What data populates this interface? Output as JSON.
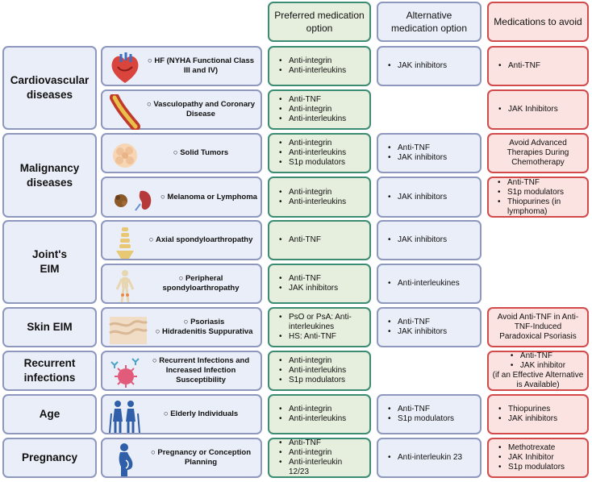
{
  "headers": {
    "preferred": "Preferred medication option",
    "alternative": "Alternative medication option",
    "avoid": "Medications to avoid"
  },
  "categories": [
    {
      "label": "Cardiovascular diseases"
    },
    {
      "label": "Malignancy diseases"
    },
    {
      "label": "Joint's EIM"
    },
    {
      "label": "Skin EIM"
    },
    {
      "label": "Recurrent infections"
    },
    {
      "label": "Age"
    },
    {
      "label": "Pregnancy"
    }
  ],
  "rows": [
    {
      "condition": "HF (NYHA Functional Class III and IV)",
      "icon": "heart-icon",
      "preferred": [
        "Anti-integrin",
        "Anti-interleukins"
      ],
      "alternative": [
        "JAK inhibitors"
      ],
      "avoid": [
        "Anti-TNF"
      ]
    },
    {
      "condition": "Vasculopathy and Coronary Disease",
      "icon": "artery-icon",
      "preferred": [
        "Anti-TNF",
        "Anti-integrin",
        "Anti-interleukins"
      ],
      "alternative": [],
      "avoid": [
        "JAK Inhibitors"
      ]
    },
    {
      "condition": "Solid Tumors",
      "icon": "tumor-icon",
      "preferred": [
        "Anti-integrin",
        "Anti-interleukins",
        "S1p modulators"
      ],
      "alternative": [
        "Anti-TNF",
        "JAK inhibitors"
      ],
      "avoid_text": "Avoid Advanced Therapies During Chemotherapy"
    },
    {
      "condition": "Melanoma or Lymphoma",
      "icon": "melanoma-icon",
      "preferred": [
        "Anti-integrin",
        "Anti-interleukins"
      ],
      "alternative": [
        "JAK inhibitors"
      ],
      "avoid": [
        "Anti-TNF",
        "S1p modulators",
        "Thiopurines (in lymphoma)"
      ]
    },
    {
      "condition": "Axial spondyloarthropathy",
      "icon": "spine-icon",
      "preferred": [
        "Anti-TNF"
      ],
      "alternative": [
        "JAK inhibitors"
      ],
      "avoid": []
    },
    {
      "condition": "Peripheral spondyloarthropathy",
      "icon": "skeleton-icon",
      "preferred": [
        "Anti-TNF",
        "JAK inhibitors"
      ],
      "alternative": [
        "Anti-interleukines"
      ],
      "avoid": []
    },
    {
      "condition_lines": [
        "Psoriasis",
        "Hidradenitis Suppurativa"
      ],
      "icon": "skin-icon",
      "preferred": [
        "PsO or PsA: Anti-interleukines",
        "HS: Anti-TNF"
      ],
      "alternative": [
        "Anti-TNF",
        "JAK inhibitors"
      ],
      "avoid_text": "Avoid Anti-TNF in Anti-TNF-Induced Paradoxical Psoriasis"
    },
    {
      "condition": "Recurrent Infections and Increased Infection Susceptibility",
      "icon": "virus-icon",
      "preferred": [
        "Anti-integrin",
        "Anti-interleukins",
        "S1p modulators"
      ],
      "alternative": [],
      "avoid": [
        "Anti-TNF",
        "JAK inhibitor"
      ],
      "avoid_note": "(if an Effective Alternative is Available)"
    },
    {
      "condition": "Elderly Individuals",
      "icon": "elderly-icon",
      "preferred": [
        "Anti-integrin",
        "Anti-interleukins"
      ],
      "alternative": [
        "Anti-TNF",
        "S1p modulators"
      ],
      "avoid": [
        "Thiopurines",
        "JAK inhibitors"
      ]
    },
    {
      "condition": "Pregnancy or Conception Planning",
      "icon": "pregnant-woman-icon",
      "preferred": [
        "Anti-TNF",
        "Anti-integrin",
        "Anti-interleukin 12/23"
      ],
      "alternative": [
        "Anti-interleukin 23"
      ],
      "avoid": [
        "Methotrexate",
        "JAK Inhibitor",
        "S1p modulators"
      ]
    }
  ],
  "colors": {
    "preferred_border": "#3b8c72",
    "preferred_fill": "#e6eedd",
    "alternative_border": "#8e98bf",
    "alternative_fill": "#eaeef8",
    "avoid_border": "#d34a4a",
    "avoid_fill": "#fbe3e1"
  }
}
